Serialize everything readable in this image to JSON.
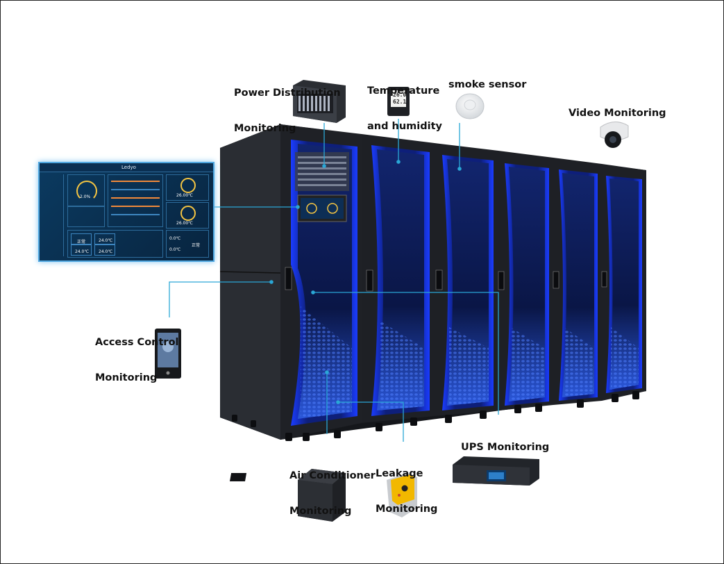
{
  "labels": {
    "power_distribution": [
      "Power Distribution",
      "Monitoring"
    ],
    "temperature_humidity": [
      "Temperature",
      "and humidity"
    ],
    "smoke_sensor": "smoke sensor",
    "video_monitoring": "Video Monitoring",
    "access_control": [
      "Access Control",
      "Monitoring"
    ],
    "air_conditioner": [
      "Air Conditioner",
      "Monitoring"
    ],
    "leakage": [
      "Leakage",
      "Monitoring"
    ],
    "ups": "UPS Monitoring"
  },
  "dashboard": {
    "brand": "Ledyo",
    "gauge_value": "2.0%",
    "temp_top": "26.00℃",
    "temp_bottom": "26.00℃",
    "cells": [
      "24.0℃",
      "24.0℃",
      "24.0℃",
      "0.0℃",
      "0.0℃"
    ],
    "cell_status": [
      "正常",
      "正常"
    ]
  },
  "thermometer": {
    "temp": "26.0",
    "humidity": "62.1"
  },
  "colors": {
    "cabinet": "#1b1d22",
    "glow": "#2f6fff",
    "line": "#2aa7d6"
  }
}
